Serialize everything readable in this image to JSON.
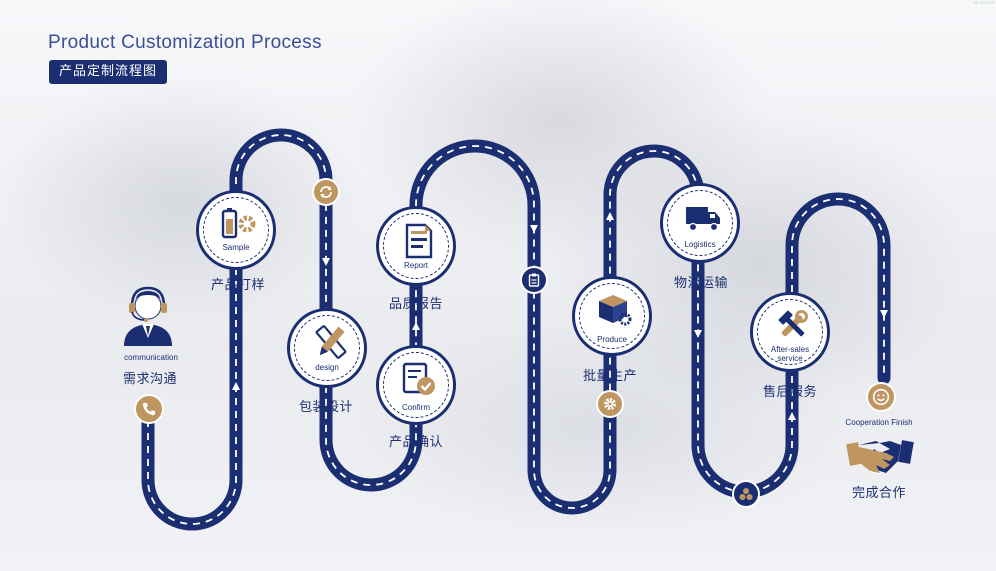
{
  "title_en": "Product Customization Process",
  "title_cn": "产品定制流程图",
  "steps": [
    {
      "key": "communication",
      "en": "communication",
      "cn": "需求沟通",
      "icon": "customer-service-icon"
    },
    {
      "key": "sample",
      "en": "Sample",
      "cn": "产品打样",
      "icon": "sample-battery-gear-icon"
    },
    {
      "key": "design",
      "en": "design",
      "cn": "包装设计",
      "icon": "design-ruler-pencil-icon"
    },
    {
      "key": "report",
      "en": "Report",
      "cn": "品质报告",
      "icon": "report-document-icon"
    },
    {
      "key": "confirm",
      "en": "Confirm",
      "cn": "产品确认",
      "icon": "confirm-check-icon"
    },
    {
      "key": "produce",
      "en": "Produce",
      "cn": "批量生产",
      "icon": "produce-box-icon"
    },
    {
      "key": "logistics",
      "en": "Logistics",
      "cn": "物流运输",
      "icon": "logistics-truck-icon"
    },
    {
      "key": "after_sales",
      "en_line1": "After-sales",
      "en_line2": "service",
      "cn": "售后服务",
      "icon": "after-sales-tools-icon"
    },
    {
      "key": "finish",
      "en": "Cooperation Finish",
      "cn": "完成合作",
      "icon": "handshake-icon"
    }
  ],
  "colors": {
    "navy": "#1c2e72",
    "gold": "#bf9661",
    "road_dash": "#ffffff"
  }
}
